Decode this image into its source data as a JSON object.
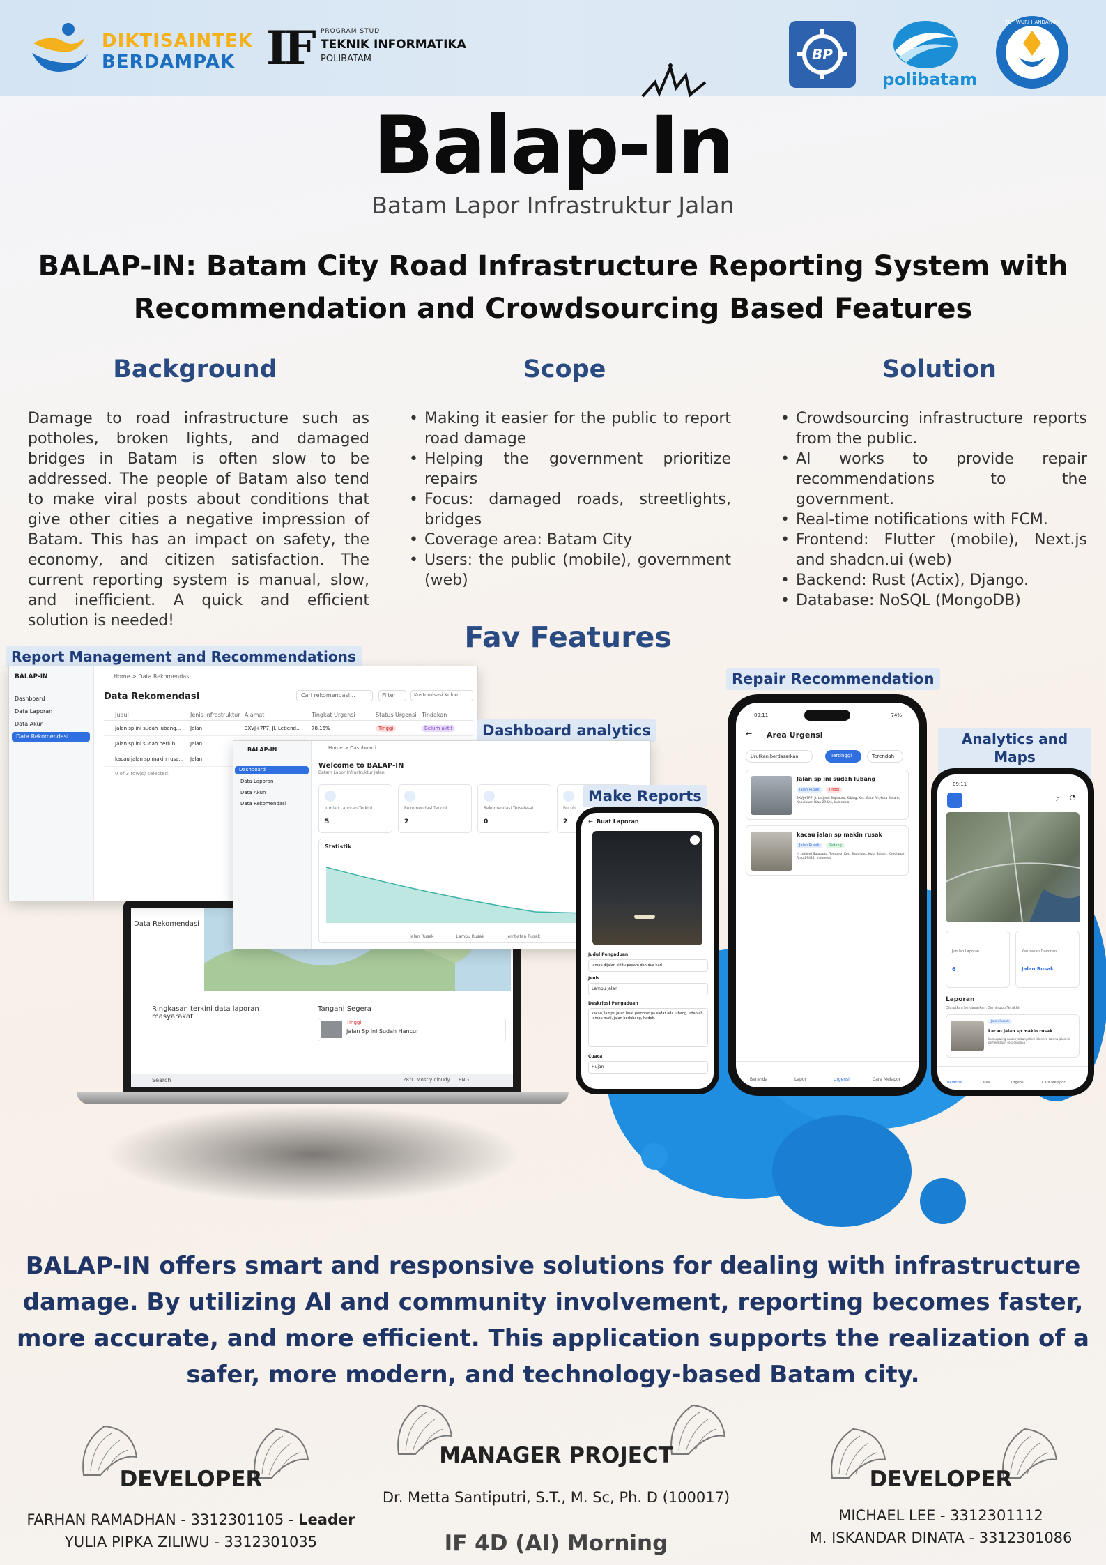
{
  "header": {
    "dikti_line1": "DIKTISAINTEK",
    "dikti_line2": "BERDAMPAK",
    "if_mark": "IF",
    "if_program": "PROGRAM STUDI",
    "if_name": "TEKNIK INFORMATIKA",
    "if_campus": "POLIBATAM",
    "bp_text": "BP",
    "poli_text": "polibatam",
    "tut_text": "TUT WURI HANDAYANI"
  },
  "title": "Balap-In",
  "subtitle": "Batam Lapor Infrastruktur Jalan",
  "main_heading": "BALAP-IN: Batam City Road Infrastructure Reporting System with Recommendation and Crowdsourcing Based Features",
  "background": {
    "heading": "Background",
    "text": "Damage to road infrastructure such as potholes, broken lights, and damaged bridges in Batam is often slow to be addressed. The people of Batam also tend to make viral posts about conditions that give other cities a negative impression of Batam. This has an impact on safety, the economy, and citizen satisfaction. The current reporting system is manual, slow, and inefficient. A quick and efficient solution is needed!"
  },
  "scope": {
    "heading": "Scope",
    "items": [
      "Making it easier for the public to report road damage",
      "Helping the government prioritize repairs",
      "Focus: damaged roads, streetlights, bridges",
      "Coverage area: Batam City",
      "Users: the public (mobile), government (web)"
    ]
  },
  "solution": {
    "heading": "Solution",
    "items": [
      "Crowdsourcing infrastructure reports from the public.",
      "AI works to provide repair recommendations to the government.",
      "Real-time notifications with FCM.",
      "Frontend: Flutter (mobile), Next.js and shadcn.ui (web)",
      "Backend: Rust (Actix), Django.",
      "Database: NoSQL (MongoDB)"
    ]
  },
  "features": {
    "heading": "Fav Features",
    "labels": {
      "report_mgmt": "Report Management and Recommendations",
      "dashboard": "Dashboard analytics",
      "make_reports": "Make Reports",
      "repair_rec": "Repair Recommendation",
      "analytics_maps": "Analytics and Maps Recommendation"
    },
    "web1": {
      "app": "BALAP-IN",
      "nav": [
        "Dashboard",
        "Data Laporan",
        "Data Akun",
        "Data Rekomendasi"
      ],
      "crumb": "Home  >  Data Rekomendasi",
      "title": "Data Rekomendasi",
      "search": "Cari rekomendasi...",
      "filter": "Filter",
      "columns_btn": "Kustomisasi Kolom",
      "headers": [
        "Judul",
        "Jenis Infrastruktur",
        "Alamat",
        "Tingkat Urgensi",
        "Status Urgensi",
        "Tindakan"
      ],
      "rows": [
        [
          "Jalan sp ini sudah lubang...",
          "Jalan",
          "3XVJ+7P7, Jl. Letjend...",
          "78.15%",
          "Tinggi",
          "Belum aktif"
        ],
        [
          "Jalan sp ini sudah berlub...",
          "Jalan",
          "",
          "",
          "",
          ""
        ],
        [
          "kacau jalan sp makin rusa...",
          "Jalan",
          "",
          "",
          "",
          ""
        ]
      ],
      "footer": "0 of 3 row(s) selected."
    },
    "web2": {
      "app": "BALAP-IN",
      "nav": [
        "Dashboard",
        "Data Laporan",
        "Data Akun",
        "Data Rekomendasi"
      ],
      "crumb": "Home  >  Dashboard",
      "welcome": "Welcome to BALAP-IN",
      "welcome_sub": "Batam Lapor Infrastruktur Jalan",
      "stats": [
        {
          "label": "Jumlah Laporan Terkini",
          "value": "5"
        },
        {
          "label": "Rekomendasi Terkini",
          "value": "2"
        },
        {
          "label": "Rekomendasi Terselesai",
          "value": "0"
        },
        {
          "label": "Butuh",
          "value": "2"
        }
      ],
      "chart_title": "Statistik",
      "legend": [
        "Jalan Rusak",
        "Lampu Rusak",
        "Jembatan Rusak"
      ]
    },
    "laptop": {
      "side_item": "Data Rekomendasi",
      "panel1": "Ringkasan terkini data laporan masyarakat",
      "panel2": "Tangani Segera",
      "item_title": "Jalan Sp Ini Sudah Hancur",
      "item_badge": "Tinggi",
      "search": "Search",
      "weather": "28°C Mostly cloudy",
      "lang": "ENG"
    },
    "phone_report": {
      "title": "Buat Laporan",
      "f1_label": "Judul Pengaduan",
      "f1_value": "lampu dijalan ciliitu padam dah dua hari",
      "f2_label": "Jenis",
      "f2_value": "Lampu Jalan",
      "f3_label": "Deskripsi Pengaduan",
      "f3_value": "kacau, lampu jalan buat pemotor ga sadar ada lubang, udahlah lampu mati, jalan berlubang, hadeh.",
      "f4_label": "Cuaca",
      "f4_value": "Hujan"
    },
    "phone_urgency": {
      "time": "09:11",
      "battery": "74%",
      "title": "Area Urgensi",
      "sort": "Urutkan berdasarkan",
      "tab1": "Tertinggi",
      "tab2": "Terendah",
      "cards": [
        {
          "title": "Jalan sp ini sudah lubang",
          "tag1": "Jalan Rusak",
          "tag2": "Tinggi",
          "addr": "3XVJ+7P7, Jl. Letjend Suprapto, Kibing, Kec. Batu Aji, Kota Batam, Kepulauan Riau 29424, Indonesia"
        },
        {
          "title": "kacau jalan sp makin rusak",
          "tag1": "Jalan Rusak",
          "tag2": "Sedang",
          "addr": "Jl. Letjend Suprapto, Tembesi, Kec. Sagulung, Kota Batam, Kepulauan Riau 29424, Indonesia"
        }
      ],
      "nav": [
        "Beranda",
        "Lapor",
        "Urgensi",
        "Cara Melapor"
      ]
    },
    "phone_map": {
      "time": "09:11",
      "stat1_label": "Jumlah Laporan",
      "stat1_value": "6",
      "stat2_label": "Kerusakan Dominan",
      "stat2_value": "Jalan Rusak",
      "section": "Laporan",
      "section_sub": "Diurutkan berdasarkan: Seminggu Terakhir",
      "card_tag": "Jalan Rusak",
      "card_title": "kacau jalan sp makin rusak",
      "card_desc": "kacau paling rusaknya banyak ini jalannya karena jalan ini pemeriksaan sekarangnya",
      "nav": [
        "Beranda",
        "Lapor",
        "Urgensi",
        "Cara Melapor"
      ]
    }
  },
  "conclusion": "BALAP-IN offers smart and responsive solutions for dealing with infrastructure damage. By utilizing AI and community involvement, reporting becomes faster, more accurate, and more efficient. This application supports the realization of a safer, more modern, and technology-based Batam city.",
  "team": {
    "dev_left": {
      "role": "DEVELOPER",
      "name1": "FARHAN RAMADHAN - 3312301105 - ",
      "name1_bold": "Leader",
      "name2": "YULIA PIPKA ZILIWU - 3312301035"
    },
    "manager": {
      "role": "MANAGER PROJECT",
      "name": "Dr. Metta Santiputri, S.T., M. Sc, Ph. D (100017)",
      "class": "IF 4D (AI) Morning"
    },
    "dev_right": {
      "role": "DEVELOPER",
      "name1": "MICHAEL LEE - 3312301112",
      "name2": "M. ISKANDAR DINATA - 3312301086"
    }
  },
  "colors": {
    "accent": "#2a4a82",
    "blue": "#1f8de0",
    "gold": "#f4b11c"
  }
}
